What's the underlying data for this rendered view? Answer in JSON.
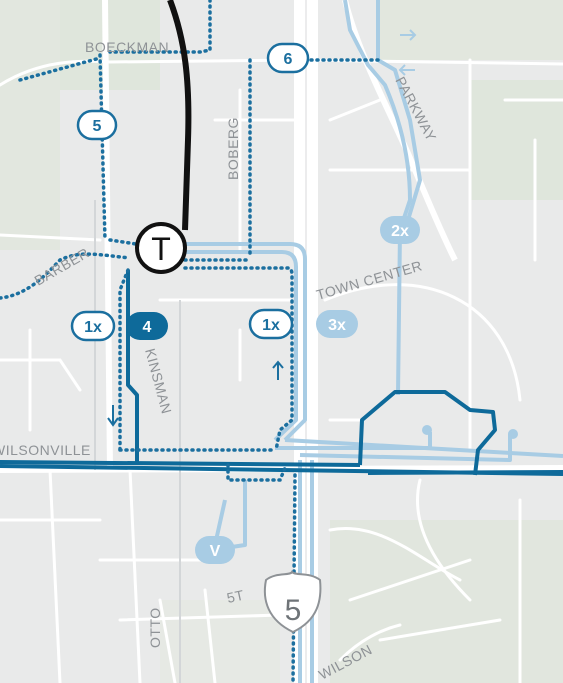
{
  "street_labels": {
    "boeckman": "BOECKMAN",
    "boberg": "BOBERG",
    "parkway": "PARKWAY",
    "barber": "BARBER",
    "town_center": "TOWN CENTER",
    "kinsman": "KINSMAN",
    "wilsonville": "WILSONVILLE",
    "otto": "OTTO",
    "fifth": "5T",
    "wilson": "WILSON"
  },
  "route_badges": {
    "r5": "5",
    "r6": "6",
    "r2x": "2x",
    "r1x_left": "1x",
    "r4": "4",
    "r1x_right": "1x",
    "r3x": "3x",
    "v": "V"
  },
  "transit_center_label": "T",
  "interstate_shield_label": "5",
  "colors": {
    "background": "#e9eaea",
    "park_green": "#dfe6dc",
    "road_white": "#ffffff",
    "route_dark_blue": "#0e6a9a",
    "route_light_blue": "#a8cce4",
    "route_dotted_blue": "#1b6f9f",
    "rail_black": "#111111"
  }
}
